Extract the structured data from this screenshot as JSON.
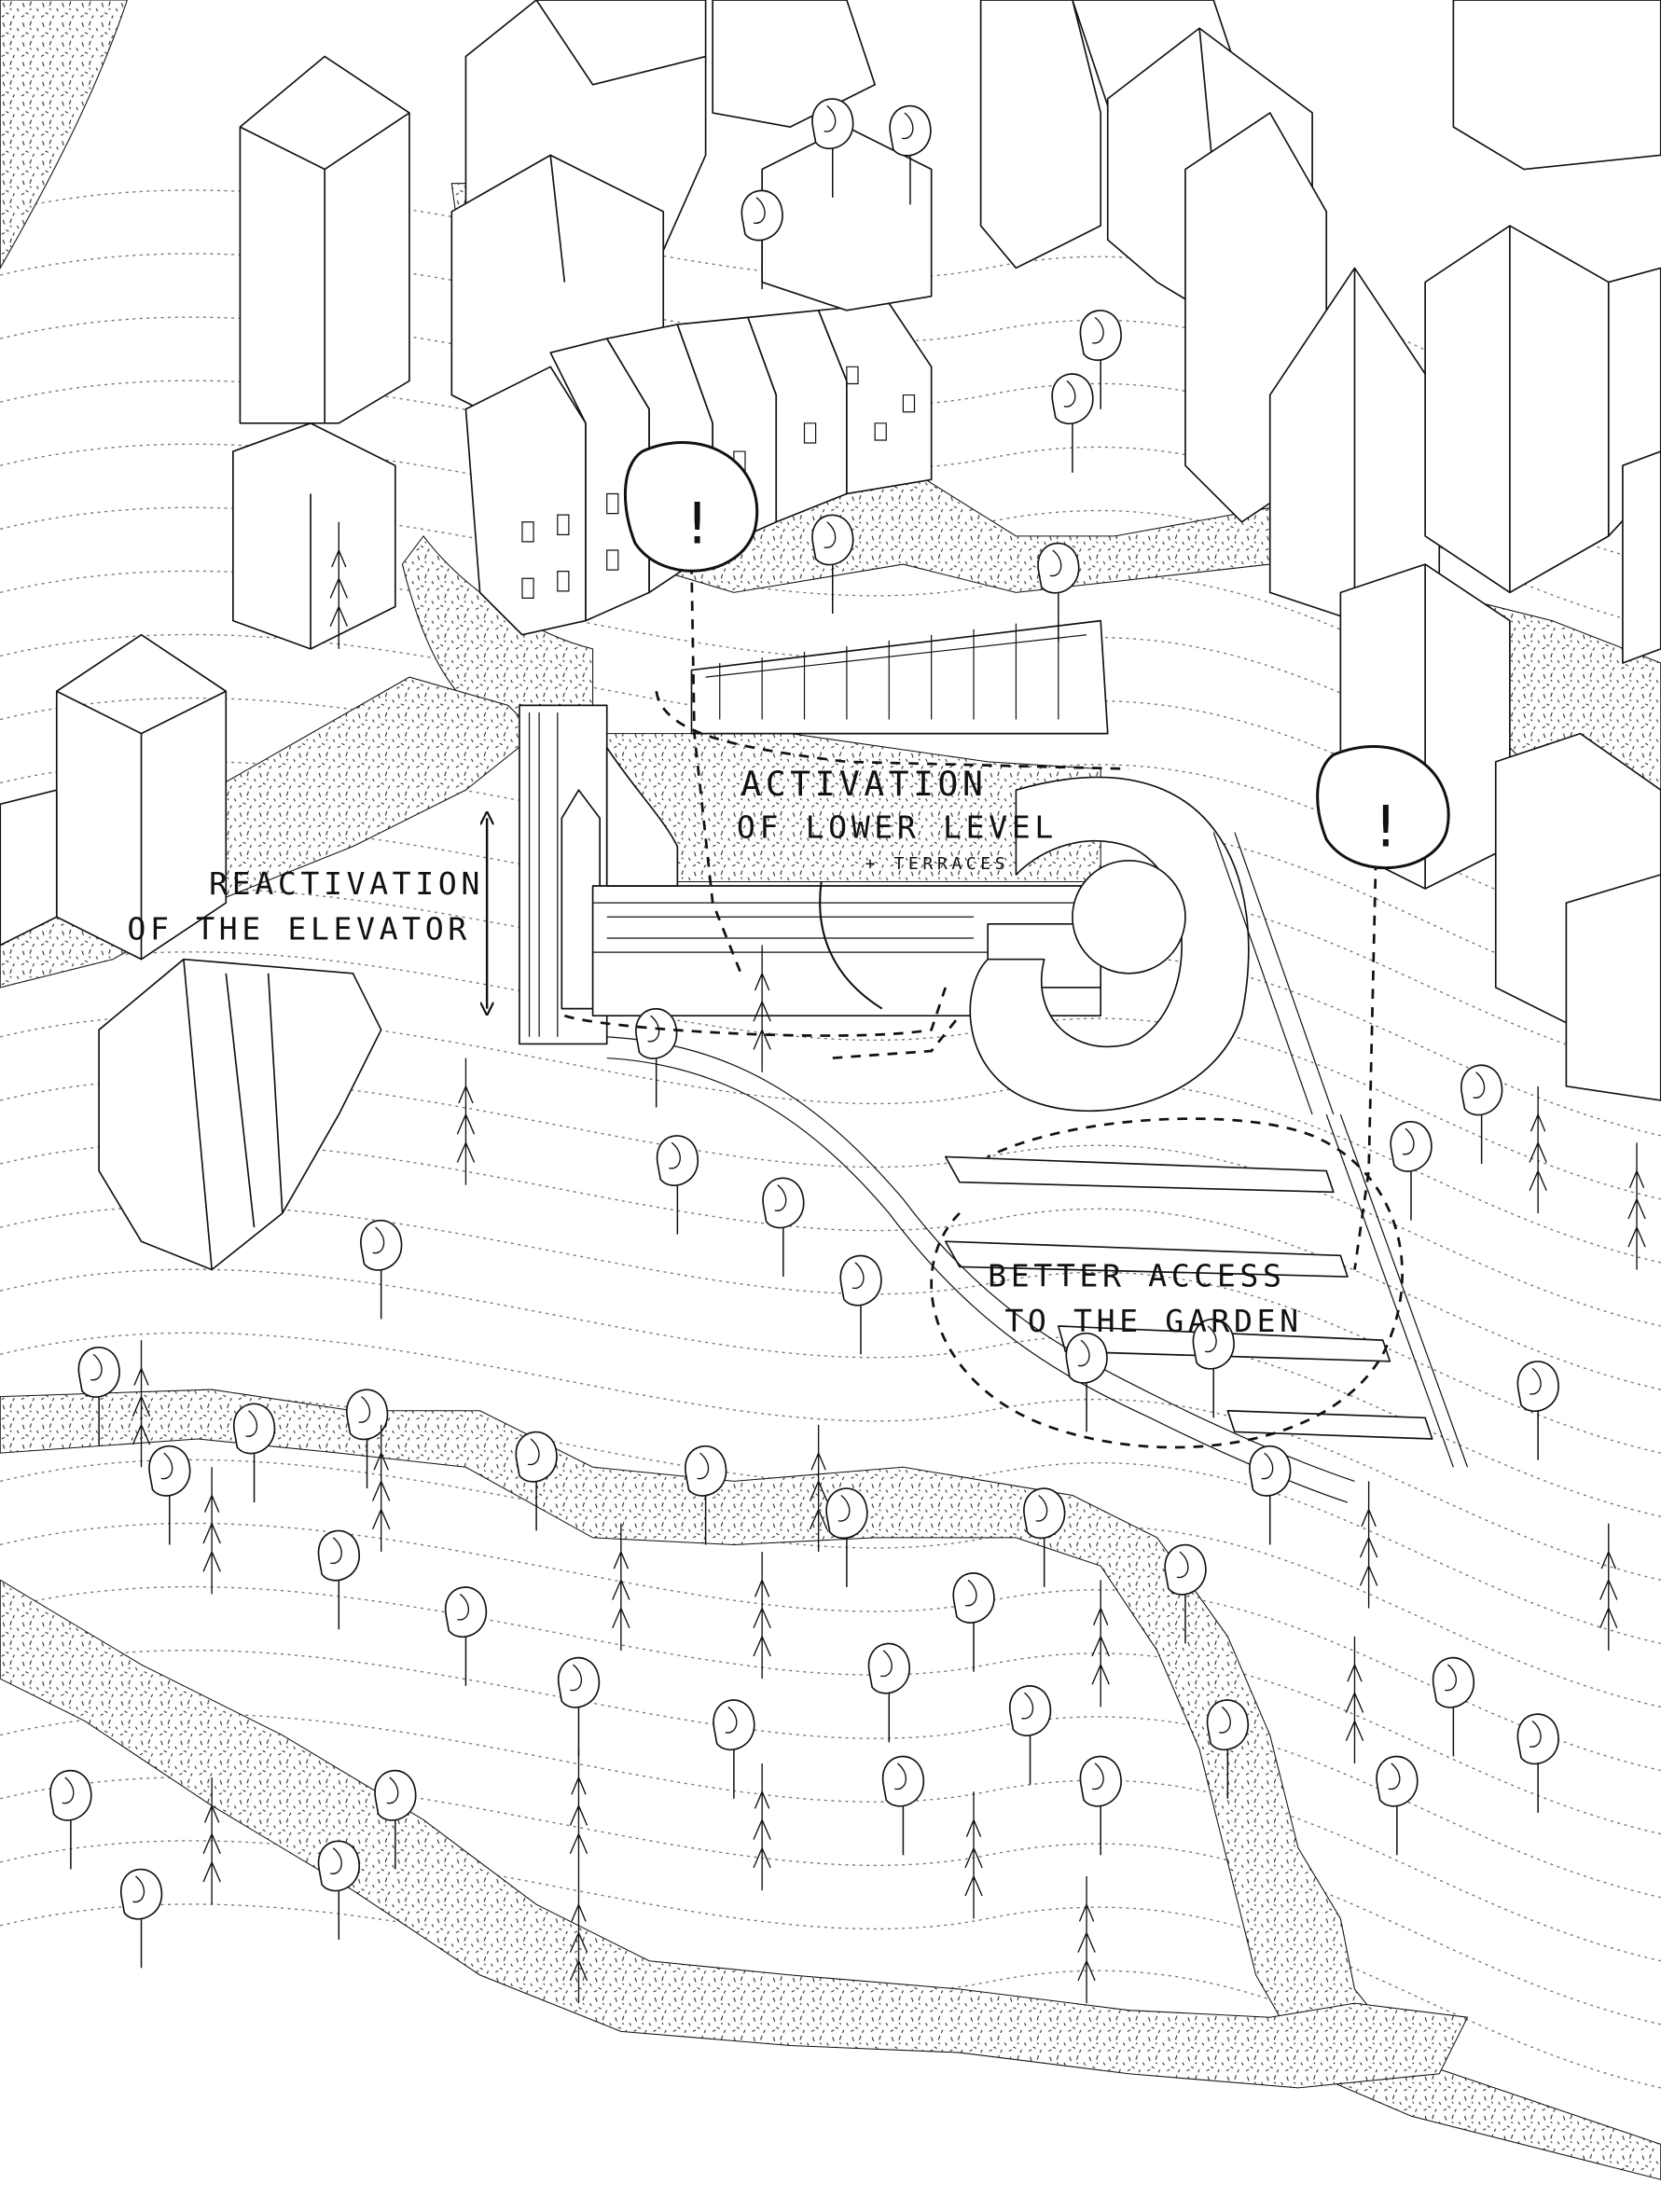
{
  "annotations": {
    "elevator": {
      "line1": "REACTIVATION",
      "line2": "OF THE ELEVATOR"
    },
    "lower_level": {
      "line1": "ACTIVATION",
      "line2": "OF LOWER LEVEL",
      "line3": "+ TERRACES"
    },
    "garden": {
      "line1": "BETTER ACCESS",
      "line2": "TO THE GARDEN"
    },
    "alert_left": "!",
    "alert_right": "!"
  },
  "colors": {
    "ink": "#111111",
    "paper": "#ffffff",
    "contour": "#777777"
  }
}
